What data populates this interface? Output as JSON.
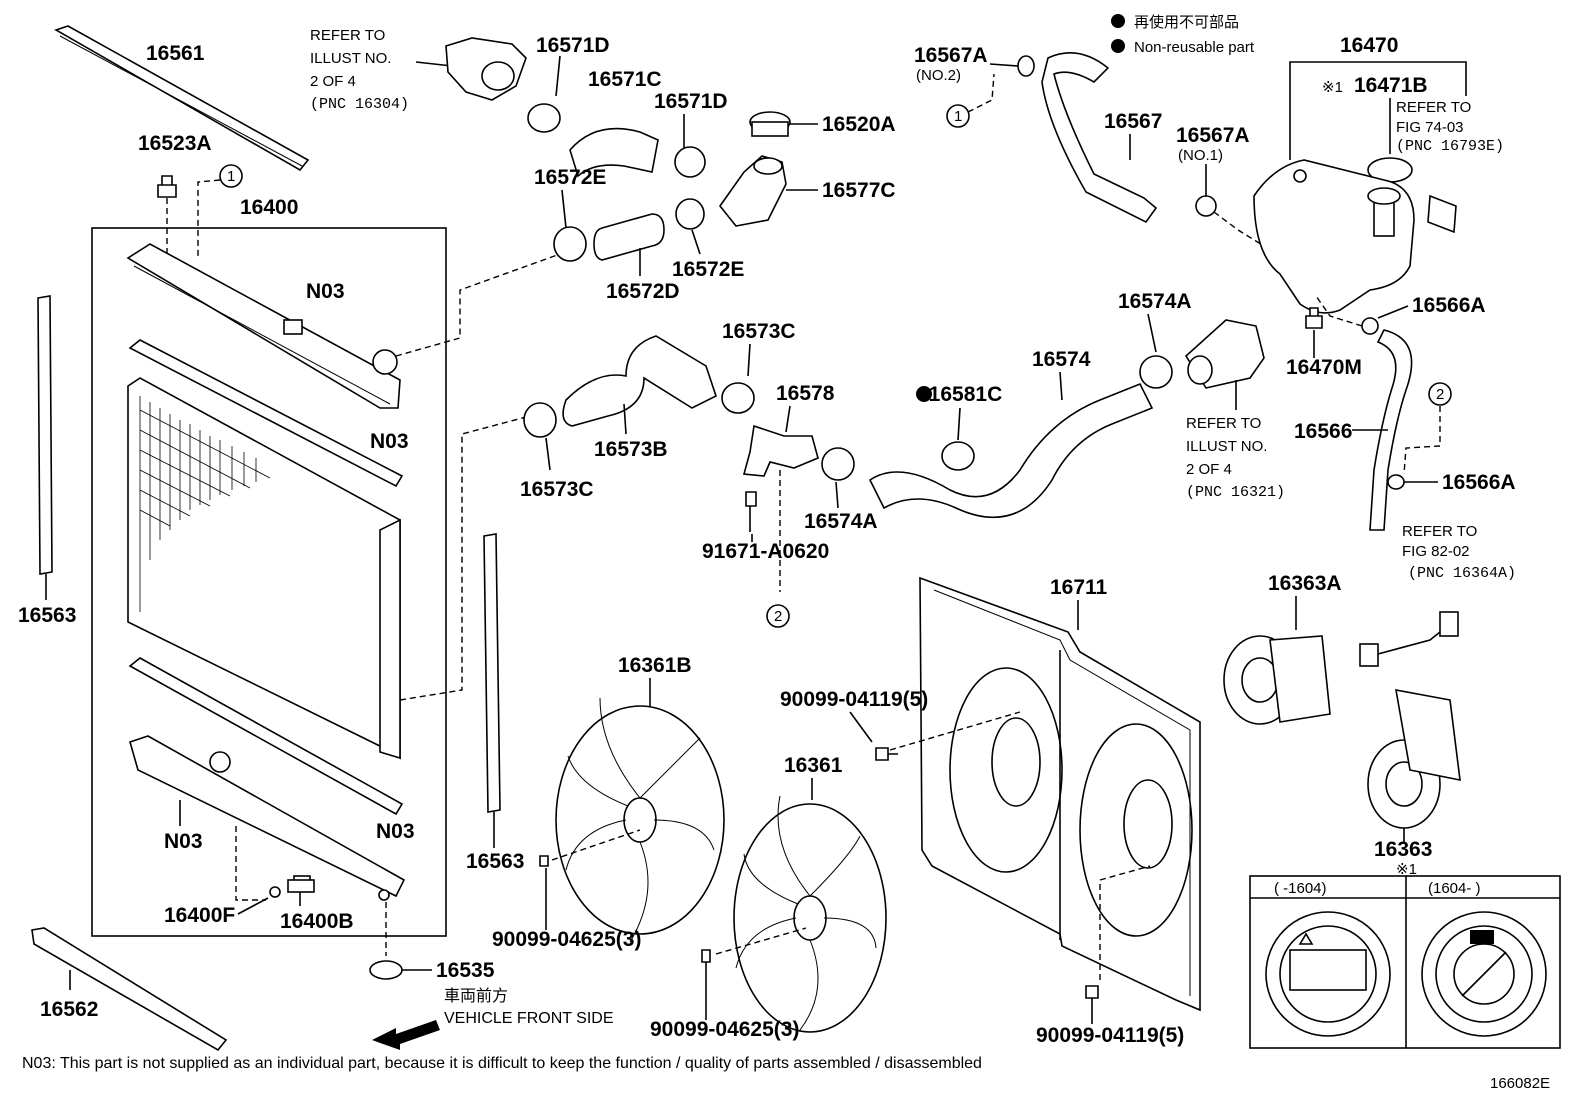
{
  "legend": {
    "nonreusable_jp": "再使用不可部品",
    "nonreusable_en": "Non-reusable part"
  },
  "references": {
    "ref1": [
      "REFER TO",
      "ILLUST NO.",
      "2 OF 4",
      "(PNC 16304)"
    ],
    "ref2": [
      "REFER TO",
      "FIG 74-03",
      "(PNC 16793E)"
    ],
    "ref3": [
      "REFER TO",
      "ILLUST NO.",
      "2 OF 4",
      "(PNC 16321)"
    ],
    "ref4": [
      "REFER TO",
      "FIG 82-02",
      "(PNC 16364A)"
    ]
  },
  "parts": {
    "p16561": "16561",
    "p16523A": "16523A",
    "p16400": "16400",
    "p16563a": "16563",
    "p16563b": "16563",
    "p16562": "16562",
    "p16535": "16535",
    "p16400F": "16400F",
    "p16400B": "16400B",
    "n03a": "N03",
    "n03b": "N03",
    "n03c": "N03",
    "n03d": "N03",
    "p16571D_a": "16571D",
    "p16571C": "16571C",
    "p16571D_b": "16571D",
    "p16520A": "16520A",
    "p16572E_a": "16572E",
    "p16577C": "16577C",
    "p16572D": "16572D",
    "p16572E_b": "16572E",
    "p16567A_a": "16567A",
    "p16567A_a_sub": "(NO.2)",
    "p16567": "16567",
    "p16567A_b": "16567A",
    "p16567A_b_sub": "(NO.1)",
    "p16470": "16470",
    "p16471B": "16471B",
    "mark1": "※1",
    "mark1b": "※1",
    "p16566A_a": "16566A",
    "p16470M": "16470M",
    "p16566": "16566",
    "p16566A_b": "16566A",
    "p16574A_a": "16574A",
    "p16574": "16574",
    "p16581C": "●16581C",
    "p16573C_a": "16573C",
    "p16578": "16578",
    "p16573B": "16573B",
    "p16573C_b": "16573C",
    "p16574A_b": "16574A",
    "p91671": "91671-A0620",
    "p16711": "16711",
    "p16363A": "16363A",
    "p16363": "16363",
    "p16361B": "16361B",
    "p16361": "16361",
    "b1": "90099-04119(5)",
    "b2": "90099-04625(3)",
    "b3": "90099-04625(3)",
    "b4": "90099-04119(5)"
  },
  "inset": {
    "left_label": "(    -1604)",
    "right_label": "(1604-    )"
  },
  "direction": {
    "jp": "車両前方",
    "en": "VEHICLE FRONT SIDE"
  },
  "footnote": "N03: This part is not supplied as an individual part, because it is difficult to keep the function / quality of parts assembled / disassembled",
  "figure_id": "166082E",
  "circle_refs": [
    "1",
    "1",
    "2",
    "2"
  ]
}
